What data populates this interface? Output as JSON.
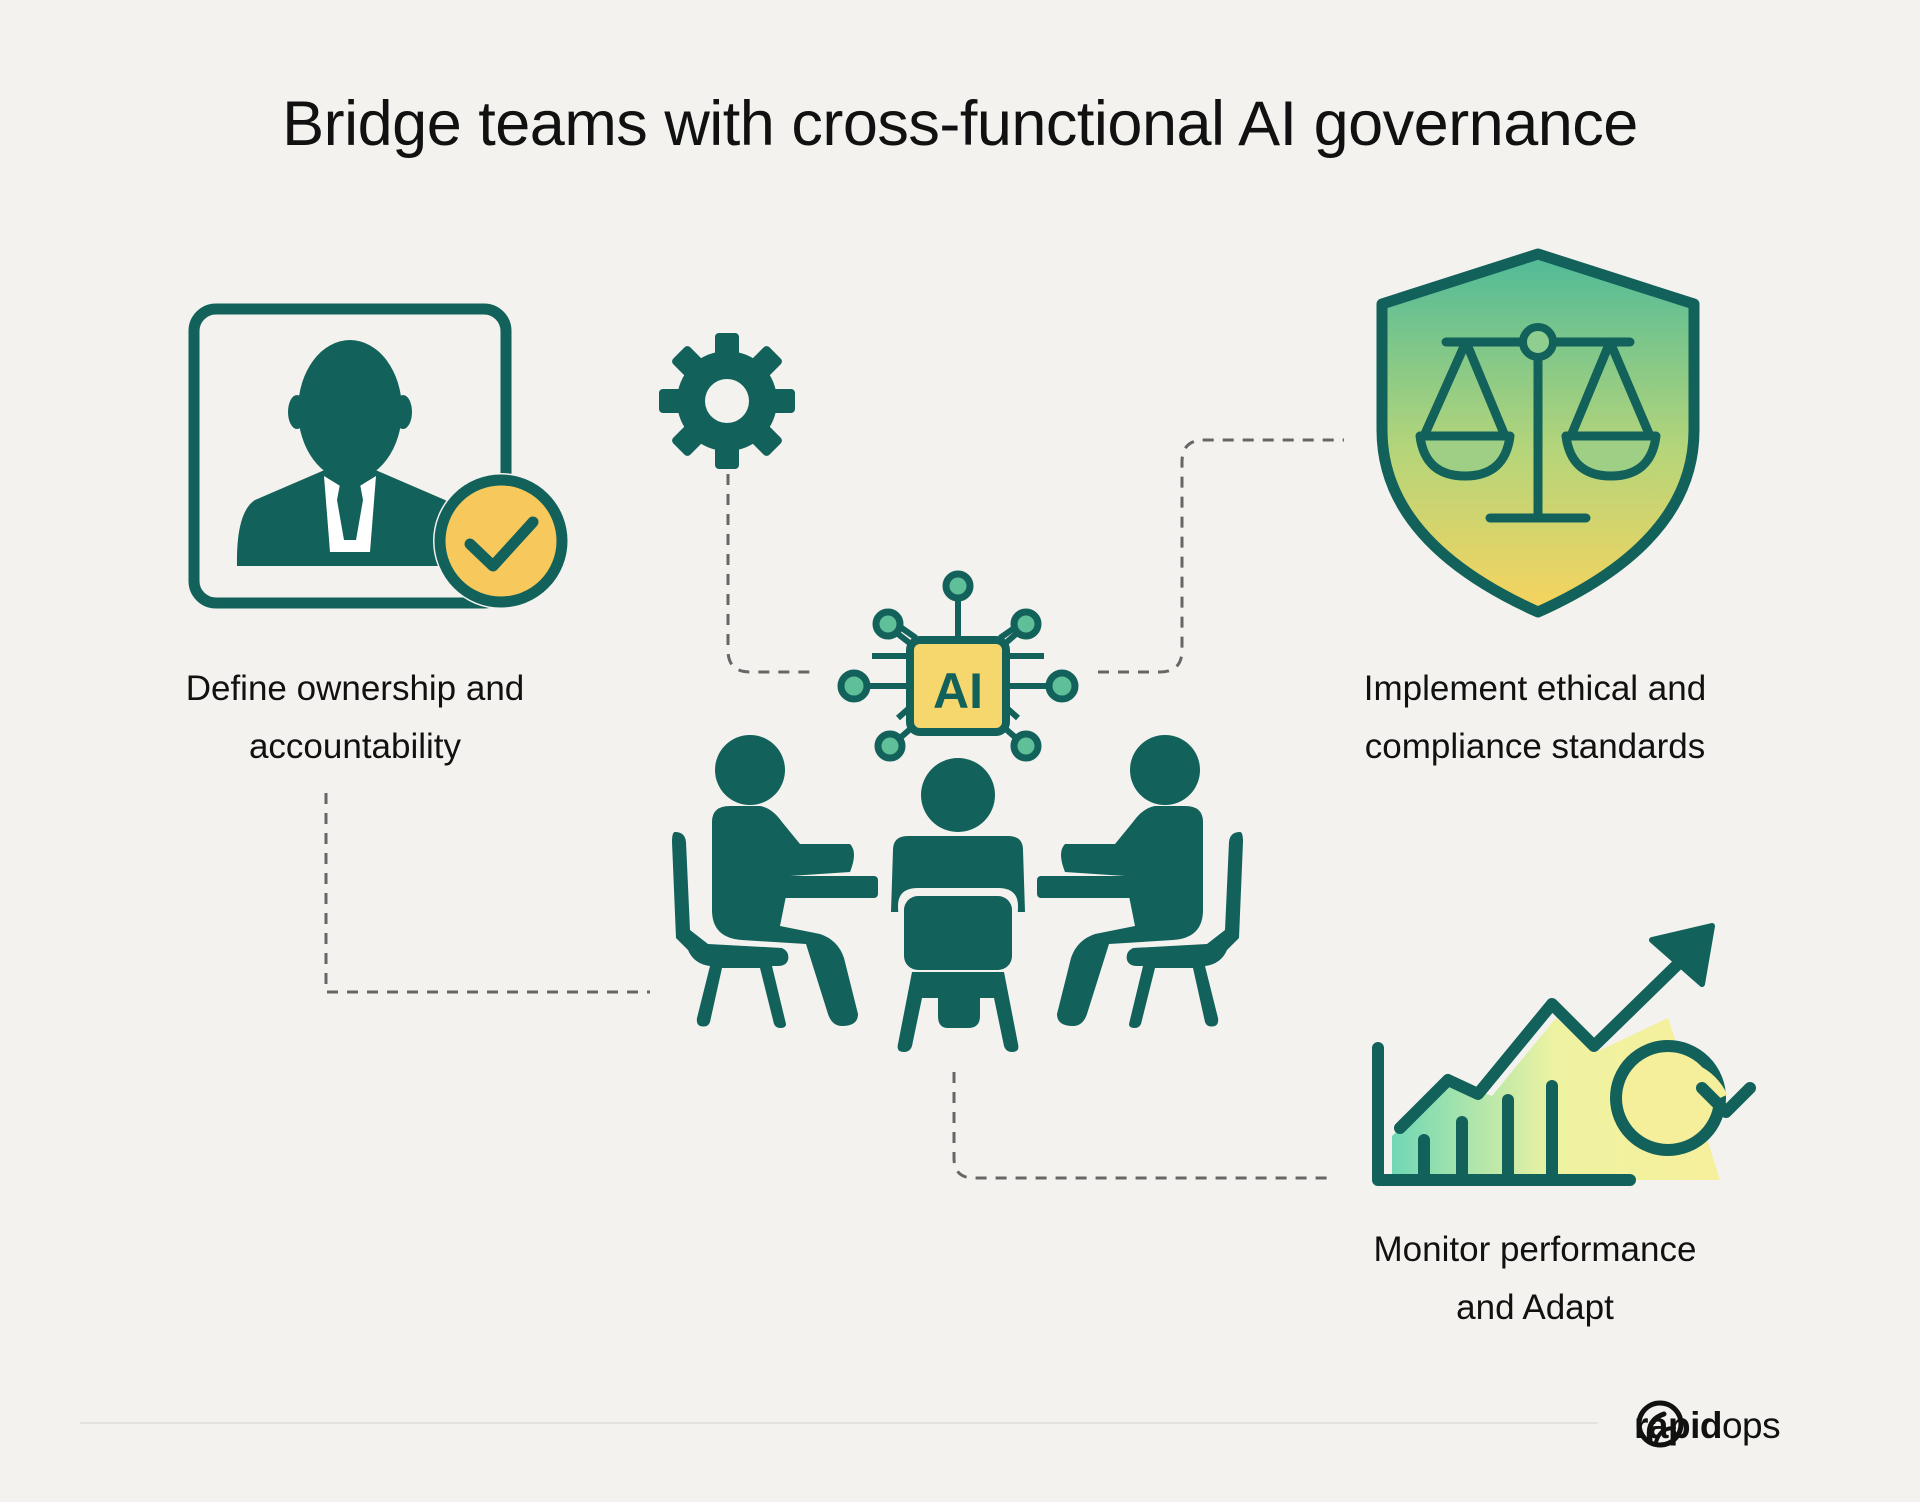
{
  "title": "Bridge teams with cross-functional AI governance",
  "nodes": [
    {
      "id": "ownership",
      "lines": [
        "Define ownership and",
        "accountability"
      ],
      "icon": "person-checkmark-icon"
    },
    {
      "id": "ethics",
      "lines": [
        "Implement ethical and",
        "compliance standards"
      ],
      "icon": "shield-scales-icon"
    },
    {
      "id": "monitor",
      "lines": [
        "Monitor performance",
        "and Adapt"
      ],
      "icon": "growth-chart-refresh-icon"
    }
  ],
  "center": {
    "badge": "AI",
    "icon": "team-meeting-icon"
  },
  "extra_icons": [
    "gear-icon"
  ],
  "brand": {
    "name_bold": "rapid",
    "name_light": "ops",
    "icon": "rapidops-logo-icon"
  },
  "colors": {
    "primary": "#12615a",
    "accent_yellow": "#f7c95c",
    "badge_yellow": "#f5d76e",
    "teal_light": "#5fbf98",
    "connector": "#666666",
    "background": "#f3f2ee"
  }
}
